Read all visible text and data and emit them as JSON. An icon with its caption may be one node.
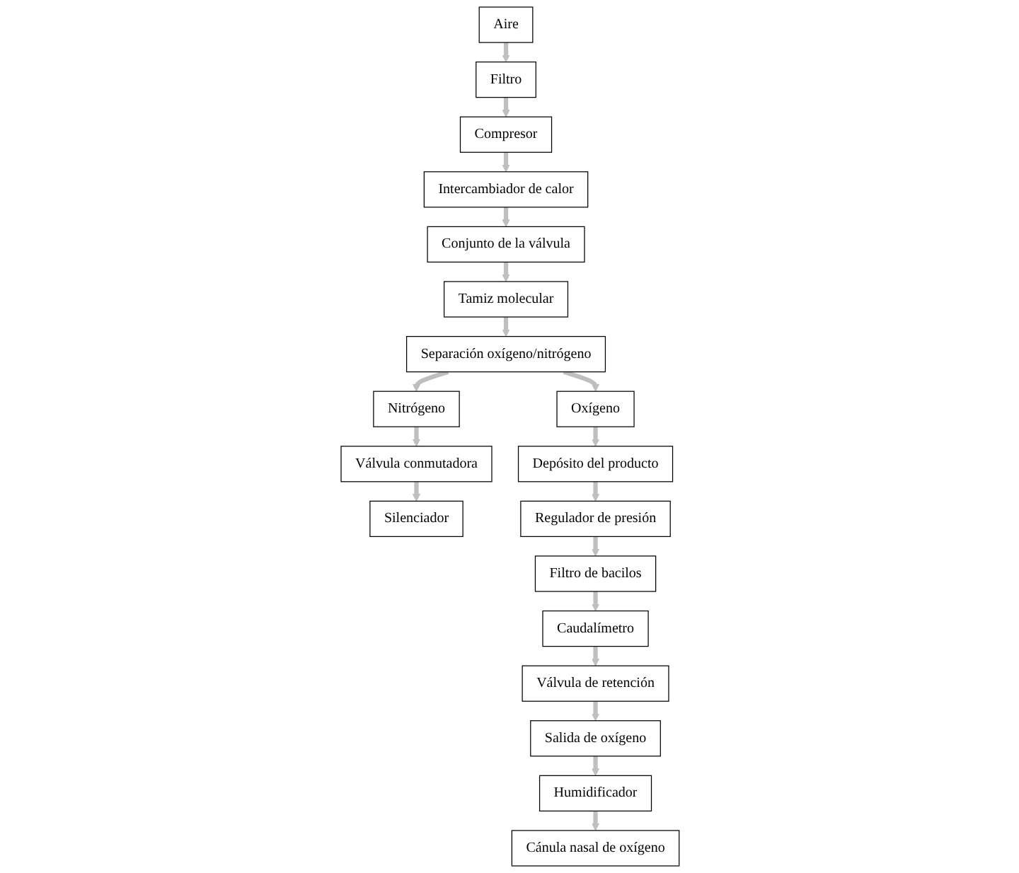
{
  "diagram": {
    "nodes": [
      {
        "text": [
          "Aire"
        ]
      },
      {
        "text": [
          "Filtro"
        ]
      },
      {
        "text": [
          "Compresor"
        ]
      },
      {
        "text": [
          "Intercambiador de calor"
        ]
      },
      {
        "text": [
          "Conjunto de la válvula"
        ]
      },
      {
        "text": [
          "Tamiz molecular"
        ]
      },
      {
        "text": [
          "Separación oxígeno/nitrógeno"
        ]
      },
      {
        "text": [
          "Oxígeno"
        ]
      },
      {
        "text": [
          "Nitrógeno"
        ]
      },
      {
        "text": [
          "Válvula conmutadora"
        ]
      },
      {
        "text": [
          "Silenciador"
        ]
      },
      {
        "text": [
          "Depósito del producto"
        ]
      },
      {
        "text": [
          "Regulador de presión"
        ]
      },
      {
        "text": [
          "Filtro de bacilos"
        ]
      },
      {
        "text": [
          "Caudalímetro"
        ]
      },
      {
        "text": [
          "Válvula de retención"
        ]
      },
      {
        "text": [
          "Salida de oxígeno"
        ]
      },
      {
        "text": [
          "Humidificador"
        ]
      },
      {
        "text": [
          "Cánula nasal de oxígeno"
        ]
      }
    ],
    "edges": [
      {
        "from": 0,
        "to": 1,
        "arrow": "to"
      },
      {
        "from": 1,
        "to": 2,
        "arrow": "to"
      },
      {
        "from": 2,
        "to": 3,
        "arrow": "to"
      },
      {
        "from": 3,
        "to": 4,
        "arrow": "to"
      },
      {
        "from": 4,
        "to": 5,
        "arrow": "to"
      },
      {
        "from": 5,
        "to": 6,
        "arrow": "to"
      },
      {
        "from": 6,
        "to": 7,
        "arrow": "to"
      },
      {
        "from": 6,
        "to": 8,
        "arrow": "to"
      },
      {
        "from": 8,
        "to": 9,
        "arrow": "to"
      },
      {
        "from": 9,
        "to": 10,
        "arrow": "to"
      },
      {
        "from": 7,
        "to": 11,
        "arrow": "to"
      },
      {
        "from": 11,
        "to": 12,
        "arrow": "to"
      },
      {
        "from": 12,
        "to": 13,
        "arrow": "to"
      },
      {
        "from": 13,
        "to": 14,
        "arrow": "to"
      },
      {
        "from": 14,
        "to": 15,
        "arrow": "to"
      },
      {
        "from": 15,
        "to": 16,
        "arrow": "to"
      },
      {
        "from": 16,
        "to": 17,
        "arrow": "to"
      },
      {
        "from": 17,
        "to": 18,
        "arrow": "to"
      }
    ]
  }
}
